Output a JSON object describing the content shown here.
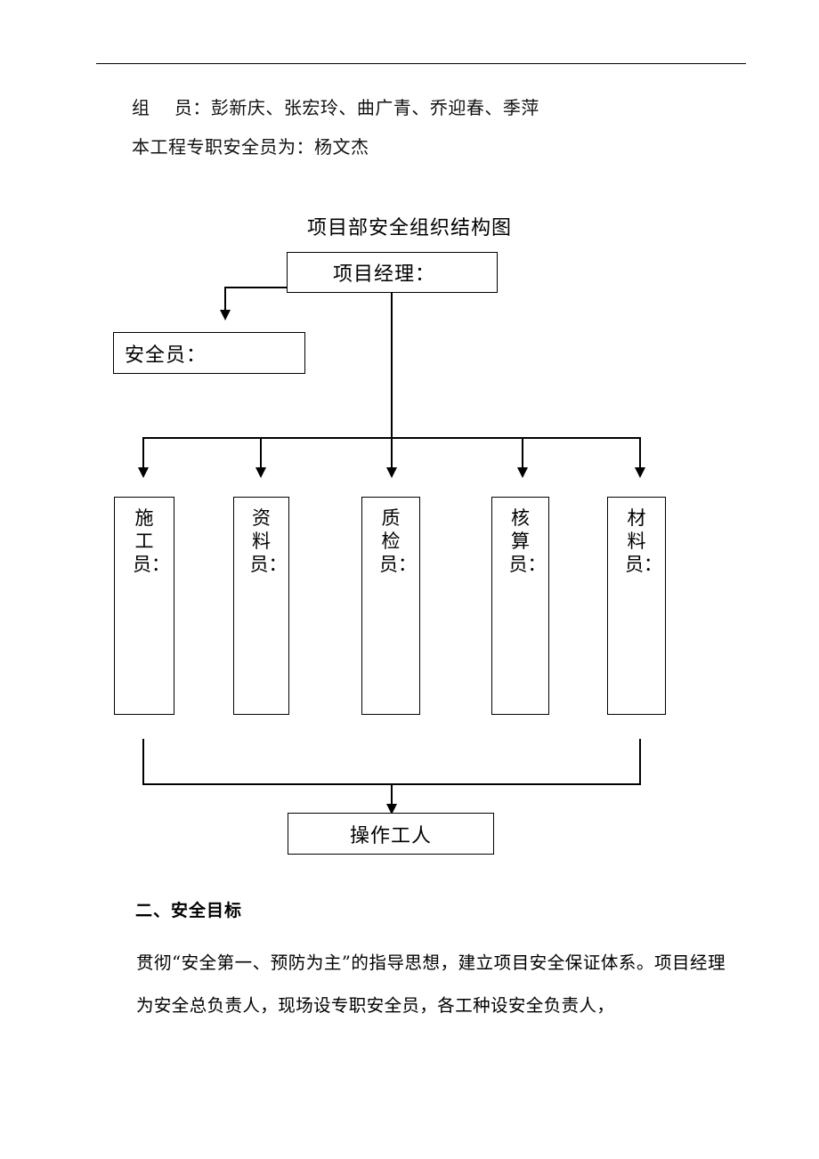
{
  "document": {
    "text_lines": [
      {
        "id": "members",
        "text": "组    员：彭新庆、张宏玲、曲广青、乔迎春、季萍"
      },
      {
        "id": "safety_officer",
        "text": "本工程专职安全员为：杨文杰"
      }
    ],
    "section_heading": "二、安全目标",
    "paragraph": "贯彻“安全第一、预防为主”的指导思想，建立项目安全保证体系。项目经理为安全总负责人，现场设专职安全员，各工种设安全负责人，"
  },
  "diagram": {
    "title": "项目部安全组织结构图",
    "nodes": {
      "manager": "项目经理：",
      "safety": "安全员：",
      "worker": "操作工人"
    },
    "roles": [
      {
        "label": "施工员："
      },
      {
        "label": "资料员："
      },
      {
        "label": "质检员："
      },
      {
        "label": "核算员："
      },
      {
        "label": "材料员："
      }
    ]
  }
}
